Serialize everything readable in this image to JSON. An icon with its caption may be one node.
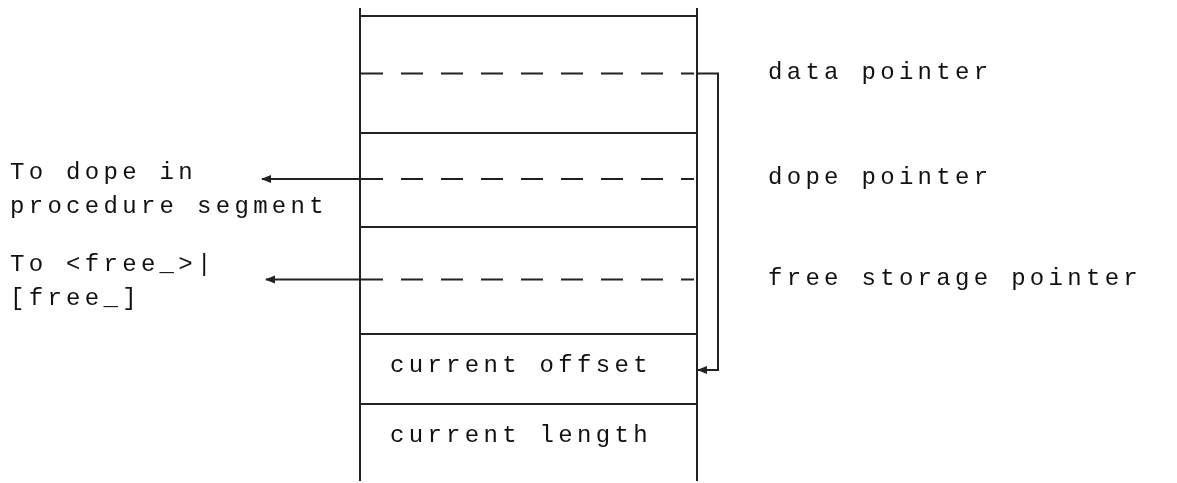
{
  "diagram": {
    "nodes": [
      {
        "text": [],
        "shape": "box",
        "beside": [
          "data pointer"
        ]
      },
      {
        "text": [],
        "shape": "box",
        "beside": [
          "dope pointer"
        ]
      },
      {
        "text": [],
        "shape": "box",
        "beside": [
          "free storage pointer"
        ]
      },
      {
        "text": [
          "current offset"
        ]
      },
      {
        "text": [
          "current length"
        ]
      },
      {
        "text": [
          "To dope in procedure segment"
        ]
      },
      {
        "text": [
          "To <free_>|[free_]"
        ]
      }
    ],
    "edges": [
      {
        "from": 1,
        "to": 5,
        "arrow": "to"
      },
      {
        "from": 2,
        "to": 6,
        "arrow": "to"
      },
      {
        "from": 0,
        "to": 3,
        "arrow": "to"
      }
    ]
  }
}
